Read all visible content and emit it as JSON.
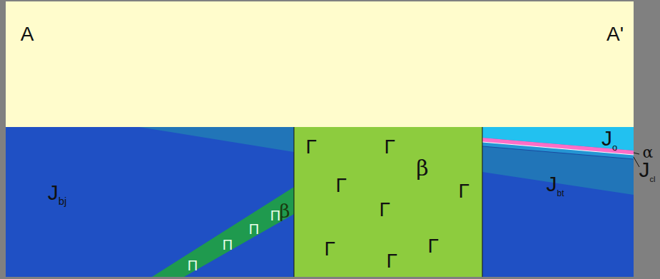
{
  "diagram": {
    "labels": [
      "A",
      "A'",
      "Jbj",
      "β",
      "β",
      "Г",
      "Г",
      "Г",
      "Г",
      "Г",
      "Г",
      "Г",
      "Г",
      "П",
      "П",
      "П",
      "П",
      "Jo",
      "α",
      "Jcl",
      "Jbt"
    ]
  }
}
